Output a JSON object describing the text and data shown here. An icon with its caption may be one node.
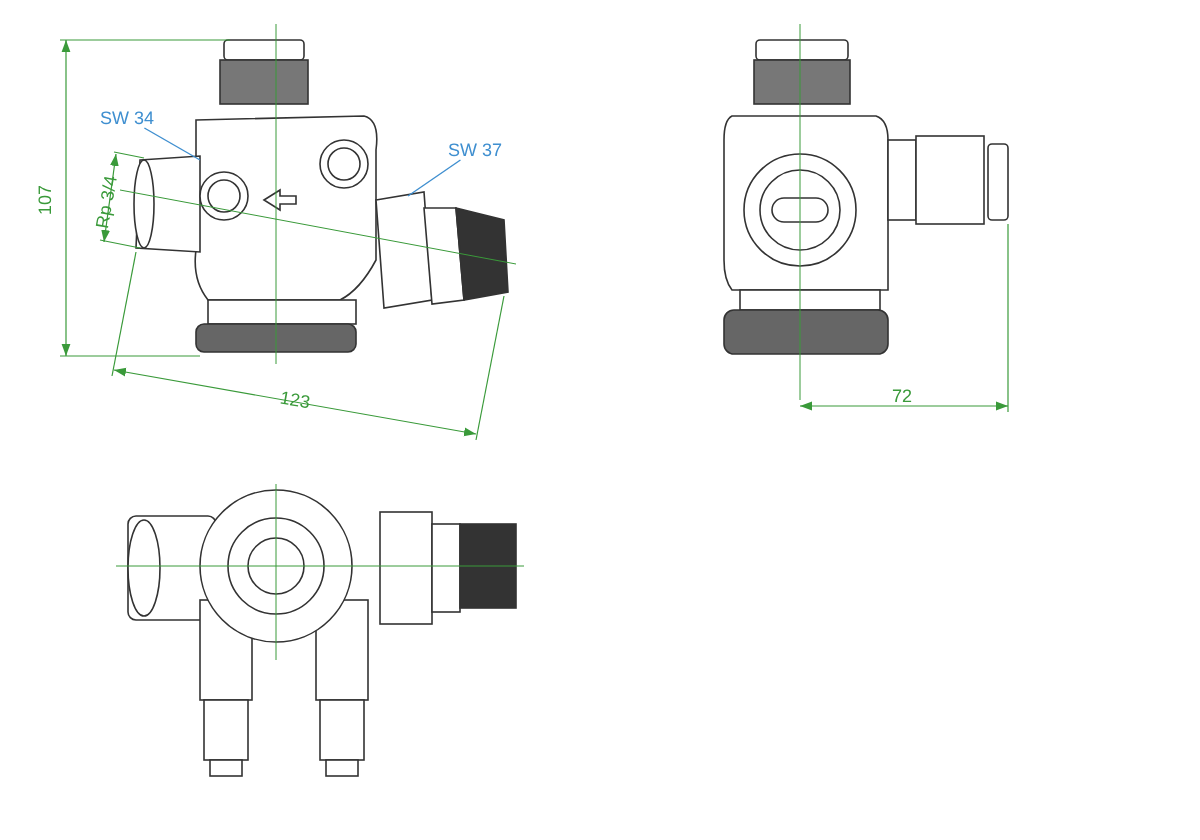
{
  "diagram": {
    "nodes": [
      {
        "text": [
          "SW 34"
        ]
      },
      {
        "text": [
          "SW 37"
        ]
      }
    ],
    "edges": [
      {
        "from": 0,
        "to": null,
        "arrow": "none"
      },
      {
        "from": 1,
        "to": null,
        "arrow": "none"
      }
    ],
    "labels": [
      "Rp 3/4",
      "107",
      "123",
      "72"
    ]
  }
}
